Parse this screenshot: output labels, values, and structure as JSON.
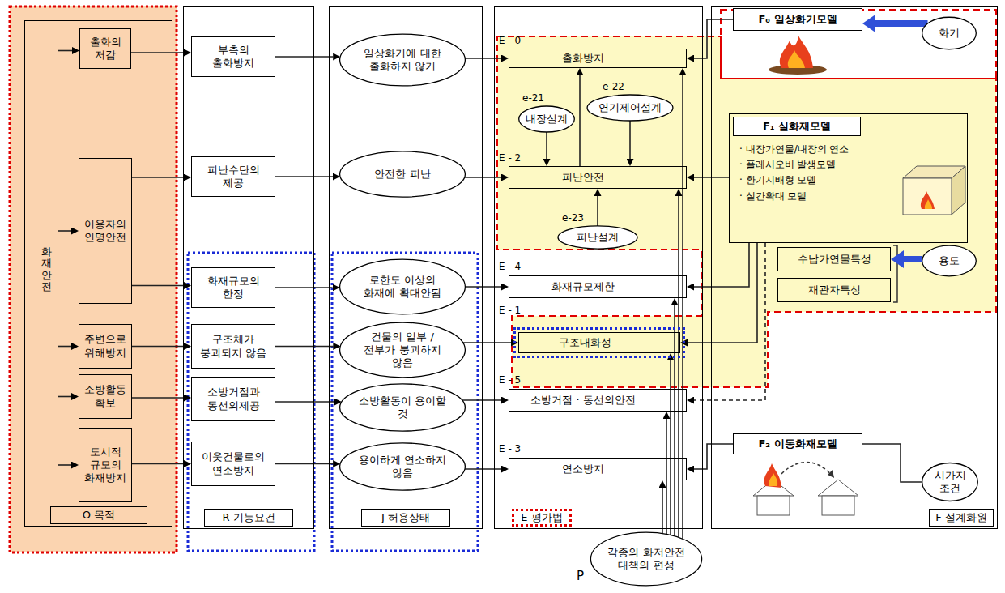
{
  "diagram": {
    "nodes": [
      {
        "text": [
          "O 목적"
        ]
      },
      {
        "text": [
          "화재안전"
        ],
        "in": 0
      },
      {
        "text": [
          "출화의 저감"
        ],
        "in": 0
      },
      {
        "text": [
          "이용자의 인명안전"
        ],
        "in": 0
      },
      {
        "text": [
          "주변으로 위해방지"
        ],
        "in": 0
      },
      {
        "text": [
          "소방활동 확보"
        ],
        "in": 0
      },
      {
        "text": [
          "도시적 규모의 화재방지"
        ],
        "in": 0
      },
      {
        "text": [
          "R 기능요건"
        ]
      },
      {
        "text": [
          "부측의 출화방지"
        ],
        "in": 7
      },
      {
        "text": [
          "피난수단의 제공"
        ],
        "in": 7
      },
      {
        "text": [
          "화재규모의 한정"
        ],
        "in": 7
      },
      {
        "text": [
          "구조체가 붕괴되지 않음"
        ],
        "in": 7
      },
      {
        "text": [
          "소방거점과 동선의제공"
        ],
        "in": 7
      },
      {
        "text": [
          "이웃건물로의 연소방지"
        ],
        "in": 7
      },
      {
        "text": [
          "J 허용상태"
        ]
      },
      {
        "text": [
          "일상화기에 대한 출화하지 않기"
        ],
        "in": 14
      },
      {
        "text": [
          "안전한 피난"
        ],
        "in": 14
      },
      {
        "text": [
          "로한도 이상의 화재에 확대안됨"
        ],
        "in": 14
      },
      {
        "text": [
          "건물의 일부 /전부가 붕괴하지 않음"
        ],
        "in": 14
      },
      {
        "text": [
          "소방활동이 용이할 것"
        ],
        "in": 14
      },
      {
        "text": [
          "용이하게 연소하지 않음"
        ],
        "in": 14
      },
      {
        "text": [
          "E 평가법"
        ]
      },
      {
        "text": [
          "출화방지"
        ],
        "in": 21
      },
      {
        "text": [
          "내장설계"
        ],
        "in": 21
      },
      {
        "text": [
          "연기제어설계"
        ],
        "in": 21
      },
      {
        "text": [
          "피난안전"
        ],
        "in": 21
      },
      {
        "text": [
          "피난설계"
        ],
        "in": 21
      },
      {
        "text": [
          "화재규모제한"
        ],
        "in": 21
      },
      {
        "text": [
          "구조내화성"
        ],
        "in": 21
      },
      {
        "text": [
          "소방거점 · 동선의안전"
        ],
        "in": 21
      },
      {
        "text": [
          "연소방지"
        ],
        "in": 21
      },
      {
        "text": [
          "F 설계화원"
        ]
      },
      {
        "text": [
          "F₀ 일상화기모델"
        ],
        "in": 31
      },
      {
        "text": [
          "화기"
        ],
        "in": 31
      },
      {
        "text": [
          "F₁ 실화재모델",
          "· 내장가연물/내장의 연소",
          "· 플레시오버 발생모델",
          "· 환기지배형 모델",
          "· 실간확대 모델"
        ],
        "in": 31
      },
      {
        "text": [
          "수납가연물특성"
        ],
        "in": 31
      },
      {
        "text": [
          "재관자특성"
        ],
        "in": 31
      },
      {
        "text": [
          "용도"
        ],
        "in": 31
      },
      {
        "text": [
          "F₂ 이동화재모델"
        ],
        "in": 31
      },
      {
        "text": [
          "시가지 조건"
        ],
        "in": 31
      },
      {
        "text": [
          "P",
          "각종의 화저안전 대책의 편성"
        ]
      }
    ],
    "edges": [
      {
        "from": 1,
        "to": 2,
        "arrow": "to"
      },
      {
        "from": 1,
        "to": 3,
        "arrow": "to"
      },
      {
        "from": 1,
        "to": 4,
        "arrow": "to"
      },
      {
        "from": 1,
        "to": 5,
        "arrow": "to"
      },
      {
        "from": 1,
        "to": 6,
        "arrow": "to"
      },
      {
        "from": 2,
        "to": 8,
        "arrow": "to"
      },
      {
        "from": 3,
        "to": 9,
        "arrow": "to"
      },
      {
        "from": 3,
        "to": 10,
        "arrow": "to"
      },
      {
        "from": 4,
        "to": 11,
        "arrow": "to"
      },
      {
        "from": 5,
        "to": 12,
        "arrow": "to"
      },
      {
        "from": 6,
        "to": 13,
        "arrow": "to"
      },
      {
        "from": 8,
        "to": 15,
        "arrow": "to"
      },
      {
        "from": 9,
        "to": 16,
        "arrow": "to"
      },
      {
        "from": 10,
        "to": 17,
        "arrow": "to"
      },
      {
        "from": 11,
        "to": 18,
        "arrow": "to"
      },
      {
        "from": 12,
        "to": 19,
        "arrow": "to"
      },
      {
        "from": 13,
        "to": 20,
        "arrow": "to"
      },
      {
        "from": 15,
        "to": 22,
        "arrow": "to"
      },
      {
        "from": 16,
        "to": 25,
        "arrow": "to"
      },
      {
        "from": 17,
        "to": 27,
        "arrow": "to"
      },
      {
        "from": 18,
        "to": 28,
        "arrow": "to"
      },
      {
        "from": 19,
        "to": 29,
        "arrow": "to"
      },
      {
        "from": 20,
        "to": 30,
        "arrow": "to"
      },
      {
        "from": 23,
        "to": 25,
        "arrow": "to"
      },
      {
        "from": 24,
        "to": 25,
        "arrow": "to"
      },
      {
        "from": 26,
        "to": 25,
        "arrow": "to"
      },
      {
        "from": 25,
        "to": 22,
        "arrow": "to"
      },
      {
        "from": 33,
        "to": 32,
        "arrow": "to"
      },
      {
        "from": 32,
        "to": 22,
        "arrow": "to"
      },
      {
        "from": 34,
        "to": 25,
        "arrow": "to"
      },
      {
        "from": 34,
        "to": 27,
        "arrow": "to"
      },
      {
        "from": 34,
        "to": 28,
        "arrow": "to"
      },
      {
        "from": 34,
        "to": 29,
        "arrow": "to"
      },
      {
        "from": 37,
        "to": 35,
        "arrow": "to"
      },
      {
        "from": 39,
        "to": 38,
        "arrow": "none"
      },
      {
        "from": 38,
        "to": 30,
        "arrow": "to"
      },
      {
        "from": 40,
        "to": 22,
        "arrow": "to"
      },
      {
        "from": 40,
        "to": 25,
        "arrow": "to"
      },
      {
        "from": 40,
        "to": 27,
        "arrow": "to"
      },
      {
        "from": 40,
        "to": 28,
        "arrow": "to"
      },
      {
        "from": 40,
        "to": 29,
        "arrow": "to"
      },
      {
        "from": 40,
        "to": 30,
        "arrow": "to"
      }
    ],
    "labels": [
      "E - 0",
      "e-22",
      "e-21",
      "E - 2",
      "e-23",
      "E - 4",
      "E - 1",
      "E - 5",
      "E - 3"
    ]
  }
}
